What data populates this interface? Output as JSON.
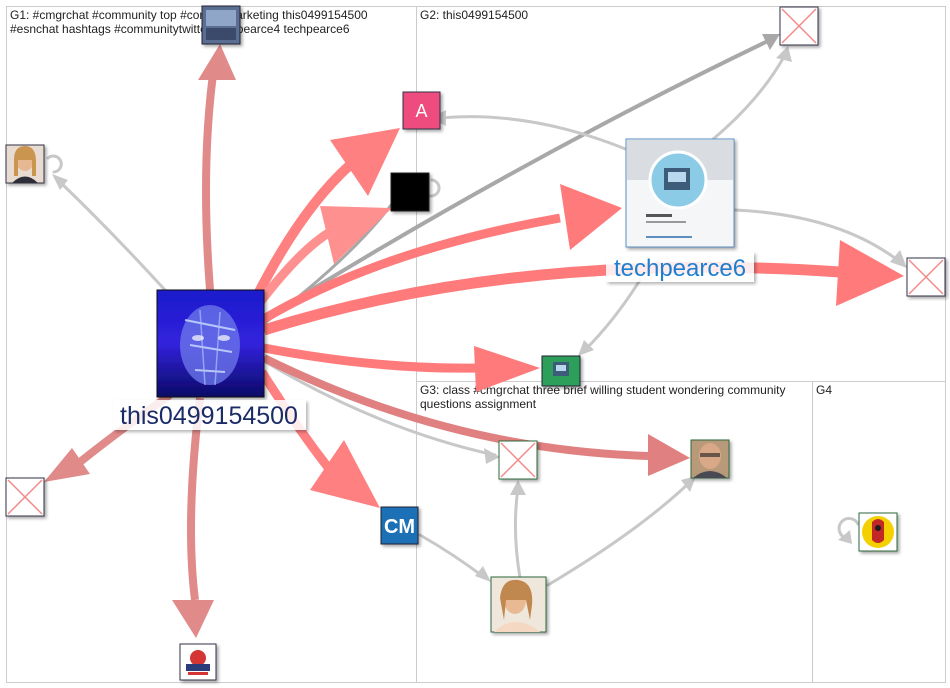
{
  "groups": [
    {
      "id": "G1",
      "label": "G1: #cmgrchat #community top #contentmarketing this0499154500",
      "label2": "#esnchat hashtags #communitytwitter techpearce4 techpearce6"
    },
    {
      "id": "G2",
      "label": "G2: this0499154500",
      "label2": ""
    },
    {
      "id": "G3",
      "label": "G3: class #cmgrchat three brief willing student wondering community",
      "label2": "questions assignment"
    },
    {
      "id": "G4",
      "label": "G4",
      "label2": ""
    }
  ],
  "hubs": {
    "main": "this0499154500",
    "second": "techpearce6"
  },
  "node_text": {
    "cm_logo": "CM",
    "a_avatar": "A"
  },
  "colors": {
    "edge_red": "#ff7a7a",
    "edge_red_dark": "#e08a8a",
    "edge_grey": "#c8c8c8",
    "edge_grey_dark": "#a8a8a8",
    "missing_x": "#f28a8a",
    "grid_line": "#cccccc"
  }
}
